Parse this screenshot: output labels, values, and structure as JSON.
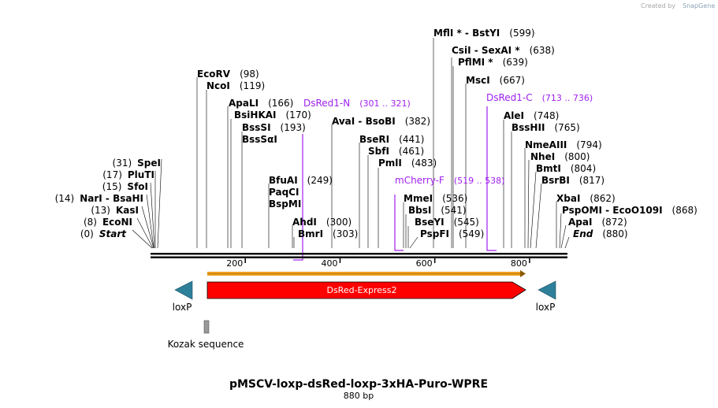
{
  "credit": {
    "prefix": "Created by",
    "brand": "SnapGene"
  },
  "title": "pMSCV-loxp-dsRed-loxp-3xHA-Puro-WPRE",
  "subtitle": "880 bp",
  "sequence_length": 880,
  "axis": {
    "ticks": [
      200,
      400,
      600,
      800
    ]
  },
  "sites": [
    {
      "name": "Start",
      "pos": "(0)",
      "bp": 0,
      "side": "left",
      "italic": true
    },
    {
      "name": "EcoNI",
      "pos": "(8)",
      "bp": 8,
      "side": "left"
    },
    {
      "name": "KasI",
      "pos": "(13)",
      "bp": 13,
      "side": "left"
    },
    {
      "name": "NarI  -  BsaHI",
      "pos": "(14)",
      "bp": 14,
      "side": "left"
    },
    {
      "name": "SfoI",
      "pos": "(15)",
      "bp": 15,
      "side": "left"
    },
    {
      "name": "PluTI",
      "pos": "(17)",
      "bp": 17,
      "side": "left"
    },
    {
      "name": "SpeI",
      "pos": "(31)",
      "bp": 31,
      "side": "left"
    },
    {
      "name": "EcoRV",
      "pos": "(98)",
      "bp": 98
    },
    {
      "name": "NcoI",
      "pos": "(119)",
      "bp": 119
    },
    {
      "name": "ApaLI",
      "pos": "(166)",
      "bp": 166
    },
    {
      "name": "BsiHKAI",
      "pos": "(170)",
      "bp": 170
    },
    {
      "name": "BssSI",
      "pos": "(193)",
      "bp": 193
    },
    {
      "name": "BssSαI",
      "pos": "",
      "bp": 193
    },
    {
      "name": "BfuAI",
      "pos": "(249)",
      "bp": 249
    },
    {
      "name": "PaqCI",
      "pos": "",
      "bp": 249
    },
    {
      "name": "BspMI",
      "pos": "",
      "bp": 249
    },
    {
      "name": "AhdI",
      "pos": "(300)",
      "bp": 300
    },
    {
      "name": "BmrI",
      "pos": "(303)",
      "bp": 303
    },
    {
      "name": "AvaI  -  BsoBI",
      "pos": "(382)",
      "bp": 382
    },
    {
      "name": "BseRI",
      "pos": "(441)",
      "bp": 441
    },
    {
      "name": "SbfI",
      "pos": "(461)",
      "bp": 461
    },
    {
      "name": "PmlI",
      "pos": "(483)",
      "bp": 483
    },
    {
      "name": "MmeI",
      "pos": "(536)",
      "bp": 536
    },
    {
      "name": "BbsI",
      "pos": "(541)",
      "bp": 541
    },
    {
      "name": "BseYI",
      "pos": "(545)",
      "bp": 545
    },
    {
      "name": "PspFI",
      "pos": "(549)",
      "bp": 549
    },
    {
      "name": "MflI *  -  BstYI",
      "pos": "(599)",
      "bp": 599
    },
    {
      "name": "CsiI  -  SexAI *",
      "pos": "(638)",
      "bp": 638
    },
    {
      "name": "PflMI *",
      "pos": "(639)",
      "bp": 639
    },
    {
      "name": "MscI",
      "pos": "(667)",
      "bp": 667
    },
    {
      "name": "AleI",
      "pos": "(748)",
      "bp": 748
    },
    {
      "name": "BssHII",
      "pos": "(765)",
      "bp": 765
    },
    {
      "name": "NmeAIII",
      "pos": "(794)",
      "bp": 794
    },
    {
      "name": "NheI",
      "pos": "(800)",
      "bp": 800
    },
    {
      "name": "BmtI",
      "pos": "(804)",
      "bp": 804
    },
    {
      "name": "BsrBI",
      "pos": "(817)",
      "bp": 817
    },
    {
      "name": "XbaI",
      "pos": "(862)",
      "bp": 862
    },
    {
      "name": "PspOMI  -  EcoO109I",
      "pos": "(868)",
      "bp": 868
    },
    {
      "name": "ApaI",
      "pos": "(872)",
      "bp": 872
    },
    {
      "name": "End",
      "pos": "(880)",
      "bp": 880,
      "italic": true
    }
  ],
  "primers": [
    {
      "name": "DsRed1-N",
      "range": "(301 .. 321)"
    },
    {
      "name": "mCherry-F",
      "range": "(519 .. 538)"
    },
    {
      "name": "DsRed1-C",
      "range": "(713 .. 736)"
    }
  ],
  "features": {
    "dsred": "DsRed-Express2",
    "loxp_left": "loxP",
    "loxp_right": "loxP",
    "kozak": "Kozak sequence"
  },
  "colors": {
    "dsred": "#ff0000",
    "loxp": "#2e7f9a",
    "orf": "#f0a020",
    "primer": "#a020f0",
    "kozak": "#999999"
  }
}
